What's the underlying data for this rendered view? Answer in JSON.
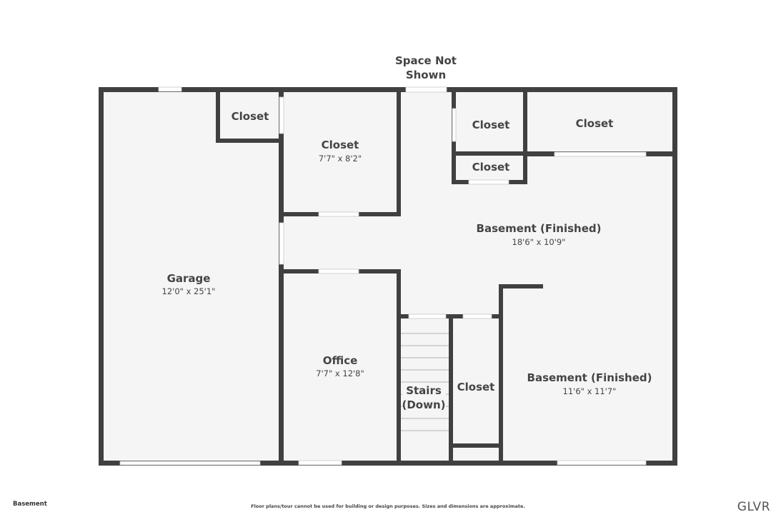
{
  "plan": {
    "colors": {
      "wall": "#404040",
      "floor": "#f5f5f5",
      "opening": "#ffffff",
      "text": "#444444"
    },
    "rooms": {
      "garage": {
        "name": "Garage",
        "dim": "12'0\" x 25'1\""
      },
      "closet_small": {
        "name": "Closet"
      },
      "closet_mid": {
        "name": "Closet",
        "dim": "7'7\" x 8'2\""
      },
      "space_not_shown": {
        "line1": "Space Not",
        "line2": "Shown"
      },
      "closet_a": {
        "name": "Closet"
      },
      "closet_b": {
        "name": "Closet"
      },
      "closet_c": {
        "name": "Closet"
      },
      "basement_main": {
        "name": "Basement (Finished)",
        "dim": "18'6\" x 10'9\""
      },
      "office": {
        "name": "Office",
        "dim": "7'7\" x 12'8\""
      },
      "stairs": {
        "line1": "Stairs",
        "line2": "(Down)"
      },
      "closet_d": {
        "name": "Closet"
      },
      "basement_2": {
        "name": "Basement (Finished)",
        "dim": "11'6\" x 11'7\""
      }
    }
  },
  "footer": {
    "floor_label": "Basement",
    "disclaimer": "Floor plans/tour cannot be used for building or design purposes. Sizes and dimensions are approximate.",
    "brand": "GLVR"
  }
}
